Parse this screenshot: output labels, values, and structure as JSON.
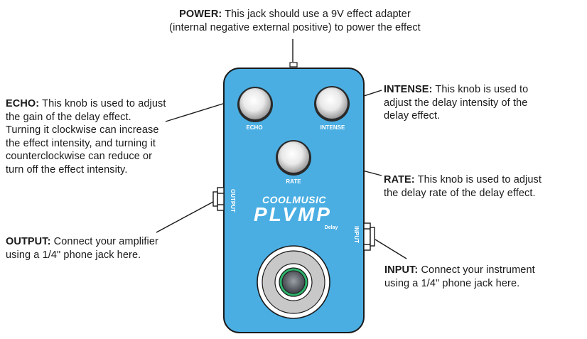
{
  "callouts": {
    "power": {
      "title": "POWER:",
      "line1": "This jack should use a 9V effect adapter",
      "line2": "(internal negative external positive) to power the effect"
    },
    "echo": {
      "title": "ECHO:",
      "lines": [
        "This knob is used to adjust",
        "the gain of the delay effect.",
        "Turning it clockwise can increase",
        "the effect intensity, and turning it",
        "counterclockwise can reduce or",
        "turn off the effect intensity."
      ]
    },
    "intense": {
      "title": "INTENSE:",
      "lines": [
        "This knob is used to",
        "adjust the delay intensity of the",
        "delay effect."
      ]
    },
    "rate": {
      "title": "RATE:",
      "lines": [
        "This knob is used to adjust",
        "the delay rate of the delay effect."
      ]
    },
    "output": {
      "title": "OUTPUT:",
      "lines": [
        "Connect your amplifier",
        "using a 1/4\" phone jack here."
      ]
    },
    "input": {
      "title": "INPUT:",
      "lines": [
        "Connect your instrument",
        "using a 1/4\" phone jack here."
      ]
    }
  },
  "pedal": {
    "brand": "COOLMUSIC",
    "model": "PLVMP",
    "type": "Delay",
    "knob_labels": {
      "echo": "ECHO",
      "intense": "INTENSE",
      "rate": "RATE"
    },
    "jack_labels": {
      "output": "OUTPUT",
      "input": "INPUT"
    },
    "colors": {
      "body": "#4aaee3",
      "outline": "#1a1a1a",
      "led": "#2db36b"
    }
  }
}
